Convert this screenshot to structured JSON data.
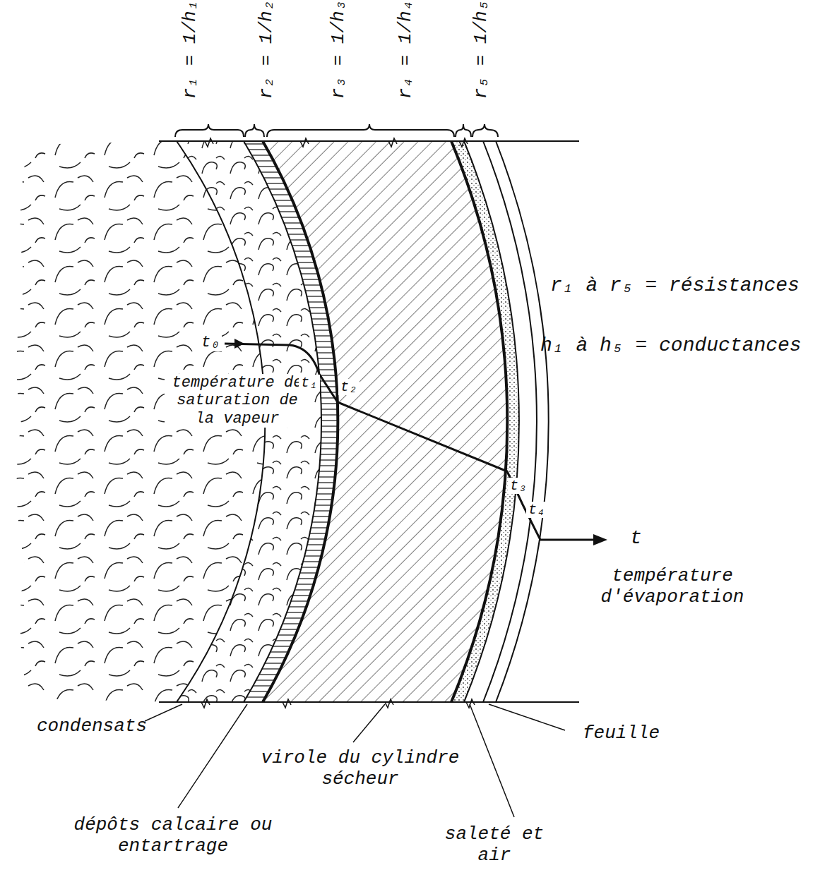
{
  "diagram": {
    "labels": [
      "r₁ = 1/h₁",
      "r₂ = 1/h₂",
      "r₃ = 1/h₃",
      "r₄ = 1/h₄",
      "r₅ = 1/h₅",
      "r₁ à r₅ = résistances",
      "h₁ à h₅ = conductances",
      "t₀",
      "température de saturation de la vapeur",
      "t₁",
      "t₂",
      "t₃",
      "t₄",
      "t",
      "température d'évaporation",
      "condensats",
      "dépôts calcaire ou entartrage",
      "virole du cylindre sécheur",
      "feuille",
      "saleté et air"
    ]
  }
}
